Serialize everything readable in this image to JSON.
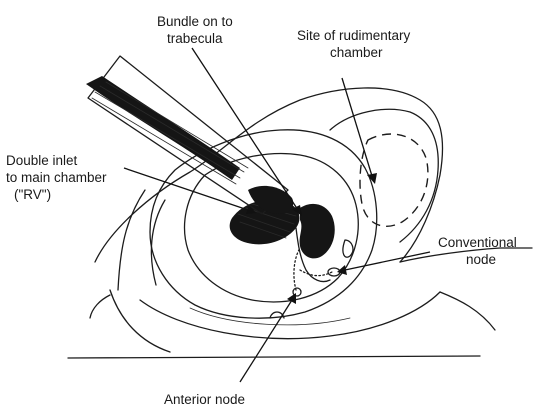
{
  "labels": {
    "bundle_line1": "Bundle on to",
    "bundle_line2": "trabecula",
    "site_line1": "Site of rudimentary",
    "site_line2": "chamber",
    "double_line1": "Double inlet",
    "double_line2": "to main chamber",
    "double_line3": "(\"RV\")",
    "conventional_line1": "Conventional",
    "conventional_line2": "node",
    "anterior": "Anterior node"
  },
  "colors": {
    "ink": "#1c1c1c",
    "background": "#ffffff"
  }
}
